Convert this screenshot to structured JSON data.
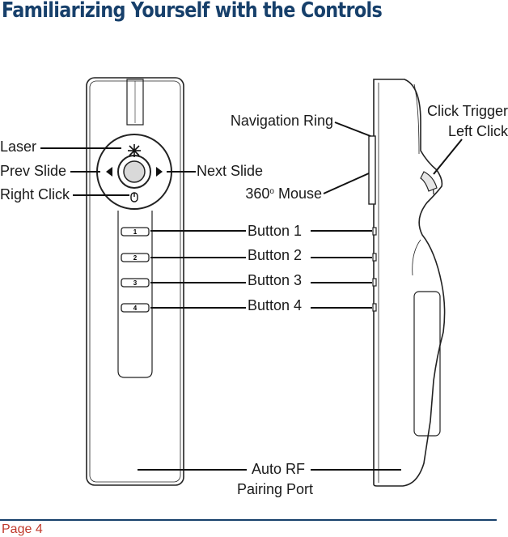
{
  "title": "Familiarizing Yourself with the Controls",
  "labels": {
    "navigation_ring": "Navigation Ring",
    "click_trigger": "Click Trigger",
    "left_click": "Left Click",
    "laser": "Laser",
    "prev_slide": "Prev Slide",
    "next_slide": "Next Slide",
    "right_click": "Right Click",
    "mouse_360": "360",
    "mouse_degree": "o",
    "mouse_word": " Mouse",
    "button1": "Button 1",
    "button2": "Button 2",
    "button3": "Button 3",
    "button4": "Button 4",
    "auto_rf": "Auto RF",
    "pairing_port": "Pairing Port"
  },
  "button_numbers": [
    "1",
    "2",
    "3",
    "4"
  ],
  "footer": {
    "page": "Page 4"
  },
  "colors": {
    "title": "#17406b",
    "rule": "#17406b",
    "page_number": "#c0392b"
  }
}
